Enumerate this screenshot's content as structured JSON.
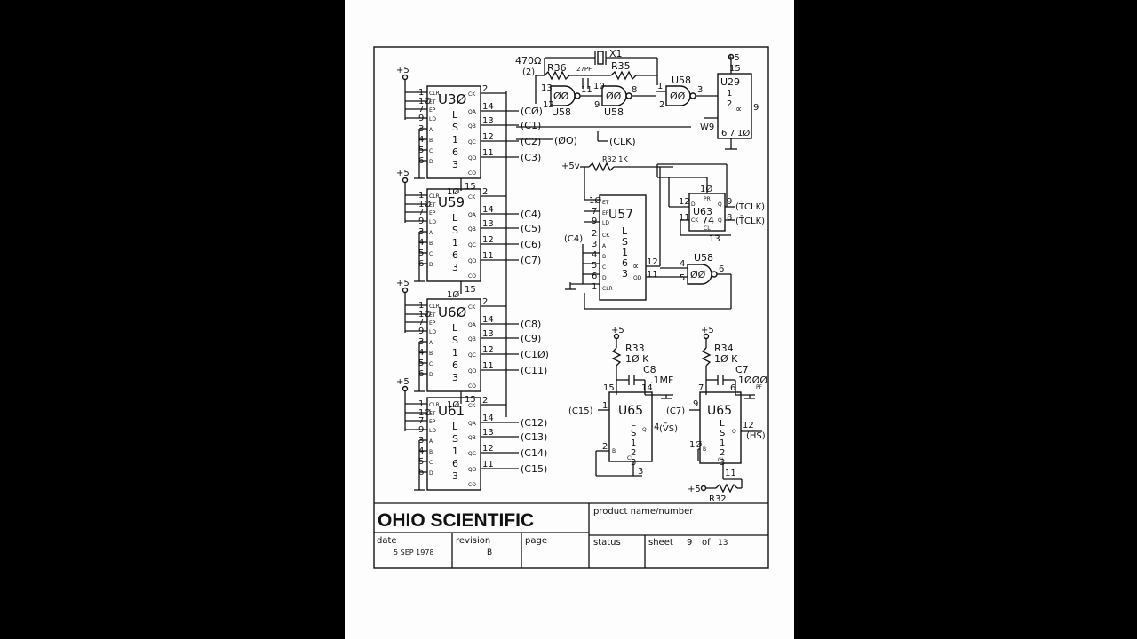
{
  "tb": {
    "company": "OHIO SCIENTIFIC",
    "product_label": "product name/number",
    "date_label": "date",
    "date_value": "5 SEP 1978",
    "revision_label": "revision",
    "revision_value": "B",
    "page_label": "page",
    "status_label": "status",
    "sheet_label": "sheet",
    "sheet_num": "9",
    "of_label": "of",
    "sheet_total": "13"
  },
  "osc": {
    "r470": "470Ω",
    "r470n": "(2)",
    "r36": "R36",
    "c27": "27PF",
    "x1": "X1",
    "r35": "R35",
    "g1": "U58",
    "g2": "U58",
    "g3": "U58",
    "gsym": "ØØ",
    "p13": "13",
    "p12": "12",
    "p11": "11",
    "p10": "10",
    "p9": "9",
    "p8": "8",
    "p1": "1",
    "p2": "2",
    "p3": "3",
    "u29": "U29",
    "u29p15": "15",
    "u29p9": "9",
    "u29p1": "1",
    "u29p2": "2",
    "u29alpha": "∝",
    "u29p6": "6",
    "u29p7": "7",
    "u29p10": "1Ø",
    "w9": "W9",
    "plus5": "+5"
  },
  "counters": [
    {
      "name": "U3Ø",
      "plus": "+5",
      "sig": [
        "(CØ)",
        "(C1)",
        "(C2)",
        "(C3)"
      ]
    },
    {
      "name": "U59",
      "plus": "+5",
      "sig": [
        "(C4)",
        "(C5)",
        "(C6)",
        "(C7)"
      ]
    },
    {
      "name": "U6Ø",
      "plus": "+5",
      "sig": [
        "(C8)",
        "(C9)",
        "(C1Ø)",
        "(C11)"
      ]
    },
    {
      "name": "U61",
      "plus": "+5",
      "sig": [
        "(C12)",
        "(C13)",
        "(C14)",
        "(C15)"
      ]
    }
  ],
  "pins": {
    "lp1": "1",
    "lp10": "1Ø",
    "lp7": "7",
    "lp9": "9",
    "lp3": "3",
    "lp4": "4",
    "lp5": "5",
    "lp6": "6",
    "rp2": "2",
    "rp14": "14",
    "rp13": "13",
    "rp12": "12",
    "rp11": "11",
    "bp10": "1Ø",
    "bp15": "15",
    "pclr": "CLR",
    "pet": "ET",
    "pep": "EP",
    "pld": "LD",
    "pa": "A",
    "pb": "B",
    "pc": "C",
    "pd": "D",
    "pck": "CK",
    "pqa": "QA",
    "pqb": "QB",
    "pqc": "QC",
    "pqd": "QD",
    "pco": "CO",
    "l": "L",
    "s": "S",
    "one": "1",
    "six": "6",
    "three": "3"
  },
  "misc": {
    "phi": "(ØO)",
    "clk": "(CLK)"
  },
  "u57": {
    "name": "U57",
    "plus5v": "+5v",
    "r32": "R32  1K",
    "c4": "(C4)",
    "p10": "1Ø",
    "p7": "7",
    "p9": "9",
    "p2": "2",
    "p3": "3",
    "p4": "4",
    "p5": "5",
    "p6": "6",
    "p1": "1",
    "p12": "12",
    "p11": "11",
    "alpha": "∝",
    "l": "L",
    "s": "S",
    "one": "1",
    "six": "6",
    "three": "3",
    "pet": "ET",
    "pep": "EP",
    "pld": "LD",
    "pck": "CK",
    "pa": "A",
    "pb": "B",
    "pc": "C",
    "pd": "D",
    "pclr": "CLR",
    "pqd": "QD"
  },
  "u63": {
    "name": "U63",
    "type": "74",
    "p10": "1Ø",
    "p12": "12",
    "p11": "11",
    "p13": "13",
    "p9": "9",
    "p8": "8",
    "pr": "PR",
    "pd": "D",
    "pck": "CK",
    "pcl": "CL",
    "pq": "Q",
    "pqn": "Q",
    "out1": "(T̄CLK)",
    "out2": "(T̄CLK)"
  },
  "u58b": {
    "name": "U58",
    "sym": "ØØ",
    "p4": "4",
    "p5": "5",
    "p6": "6"
  },
  "u65a": {
    "plus": "+5",
    "r": "R33",
    "rv": "1Ø K",
    "c": "C8",
    "cv": ".1MF",
    "name": "U65",
    "in": "(C15)",
    "out": "(V̄S)",
    "p15": "15",
    "p14": "14",
    "p1": "1",
    "p4": "4",
    "p2": "2",
    "p3": "3",
    "l": "L",
    "s": "S",
    "one": "1",
    "two": "2",
    "three": "3",
    "pq": "Q",
    "pb": "B",
    "pcl": "CL"
  },
  "u65b": {
    "plus": "+5",
    "r": "R34",
    "rv": "1Ø K",
    "c": "C7",
    "cv": "1ØØØ",
    "pf": "PF",
    "name": "U65",
    "in": "(C7)",
    "out": "(H̄S)",
    "p7": "7",
    "p6": "6",
    "p9": "9",
    "p12": "12",
    "p10": "1Ø",
    "p11": "11",
    "plus2": "+5",
    "r2": "R32",
    "l": "L",
    "s": "S",
    "one": "1",
    "two": "2",
    "three": "3",
    "pq": "Q",
    "pb": "B",
    "pcl": "CL"
  }
}
